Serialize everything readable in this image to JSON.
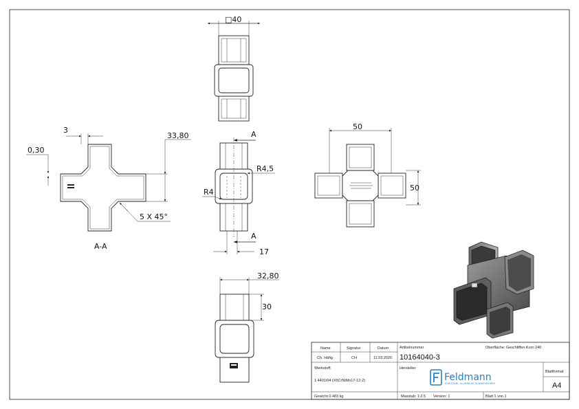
{
  "views": {
    "top": {
      "dims": [
        "□40"
      ]
    },
    "section": {
      "label": "A-A",
      "dims": [
        "3",
        "0,30",
        "33,80",
        "5 X 45°"
      ]
    },
    "front": {
      "dims": [
        "A",
        "R4,5",
        "R4",
        "A",
        "17"
      ]
    },
    "side": {
      "dims": [
        "50",
        "50"
      ]
    },
    "bottom": {
      "dims": [
        "32,80",
        "30"
      ]
    }
  },
  "title_block": {
    "headers": {
      "name": "Name",
      "signature": "Signatur",
      "date": "Datum"
    },
    "row": {
      "name": "Ch. Häfig",
      "signature": "CH",
      "date": "11.03.2020"
    },
    "article_label": "Artikelnummer",
    "article_number": "10164040-3",
    "surface": "Oberfläche: Geschliffen Korn 240",
    "material_label": "Werkstoff:",
    "material": "1.4401/04 (X5CrNiMo17-12-2)",
    "manufacturer_label": "Hersteller",
    "logo": {
      "name": "Feldmann",
      "tagline": "EDELSTAHL, ALUMINIUM, SCHMIEDEEISEN",
      "icon": "feldmann-logo-icon",
      "color": "#2f7fb8"
    },
    "format_label": "Blattformat",
    "format": "A4",
    "weight": "Gewicht 0.483 kg",
    "scale": "Masstab: 1:2.5",
    "version": "Version: 1",
    "sheet": "Blatt 1 von 1"
  }
}
